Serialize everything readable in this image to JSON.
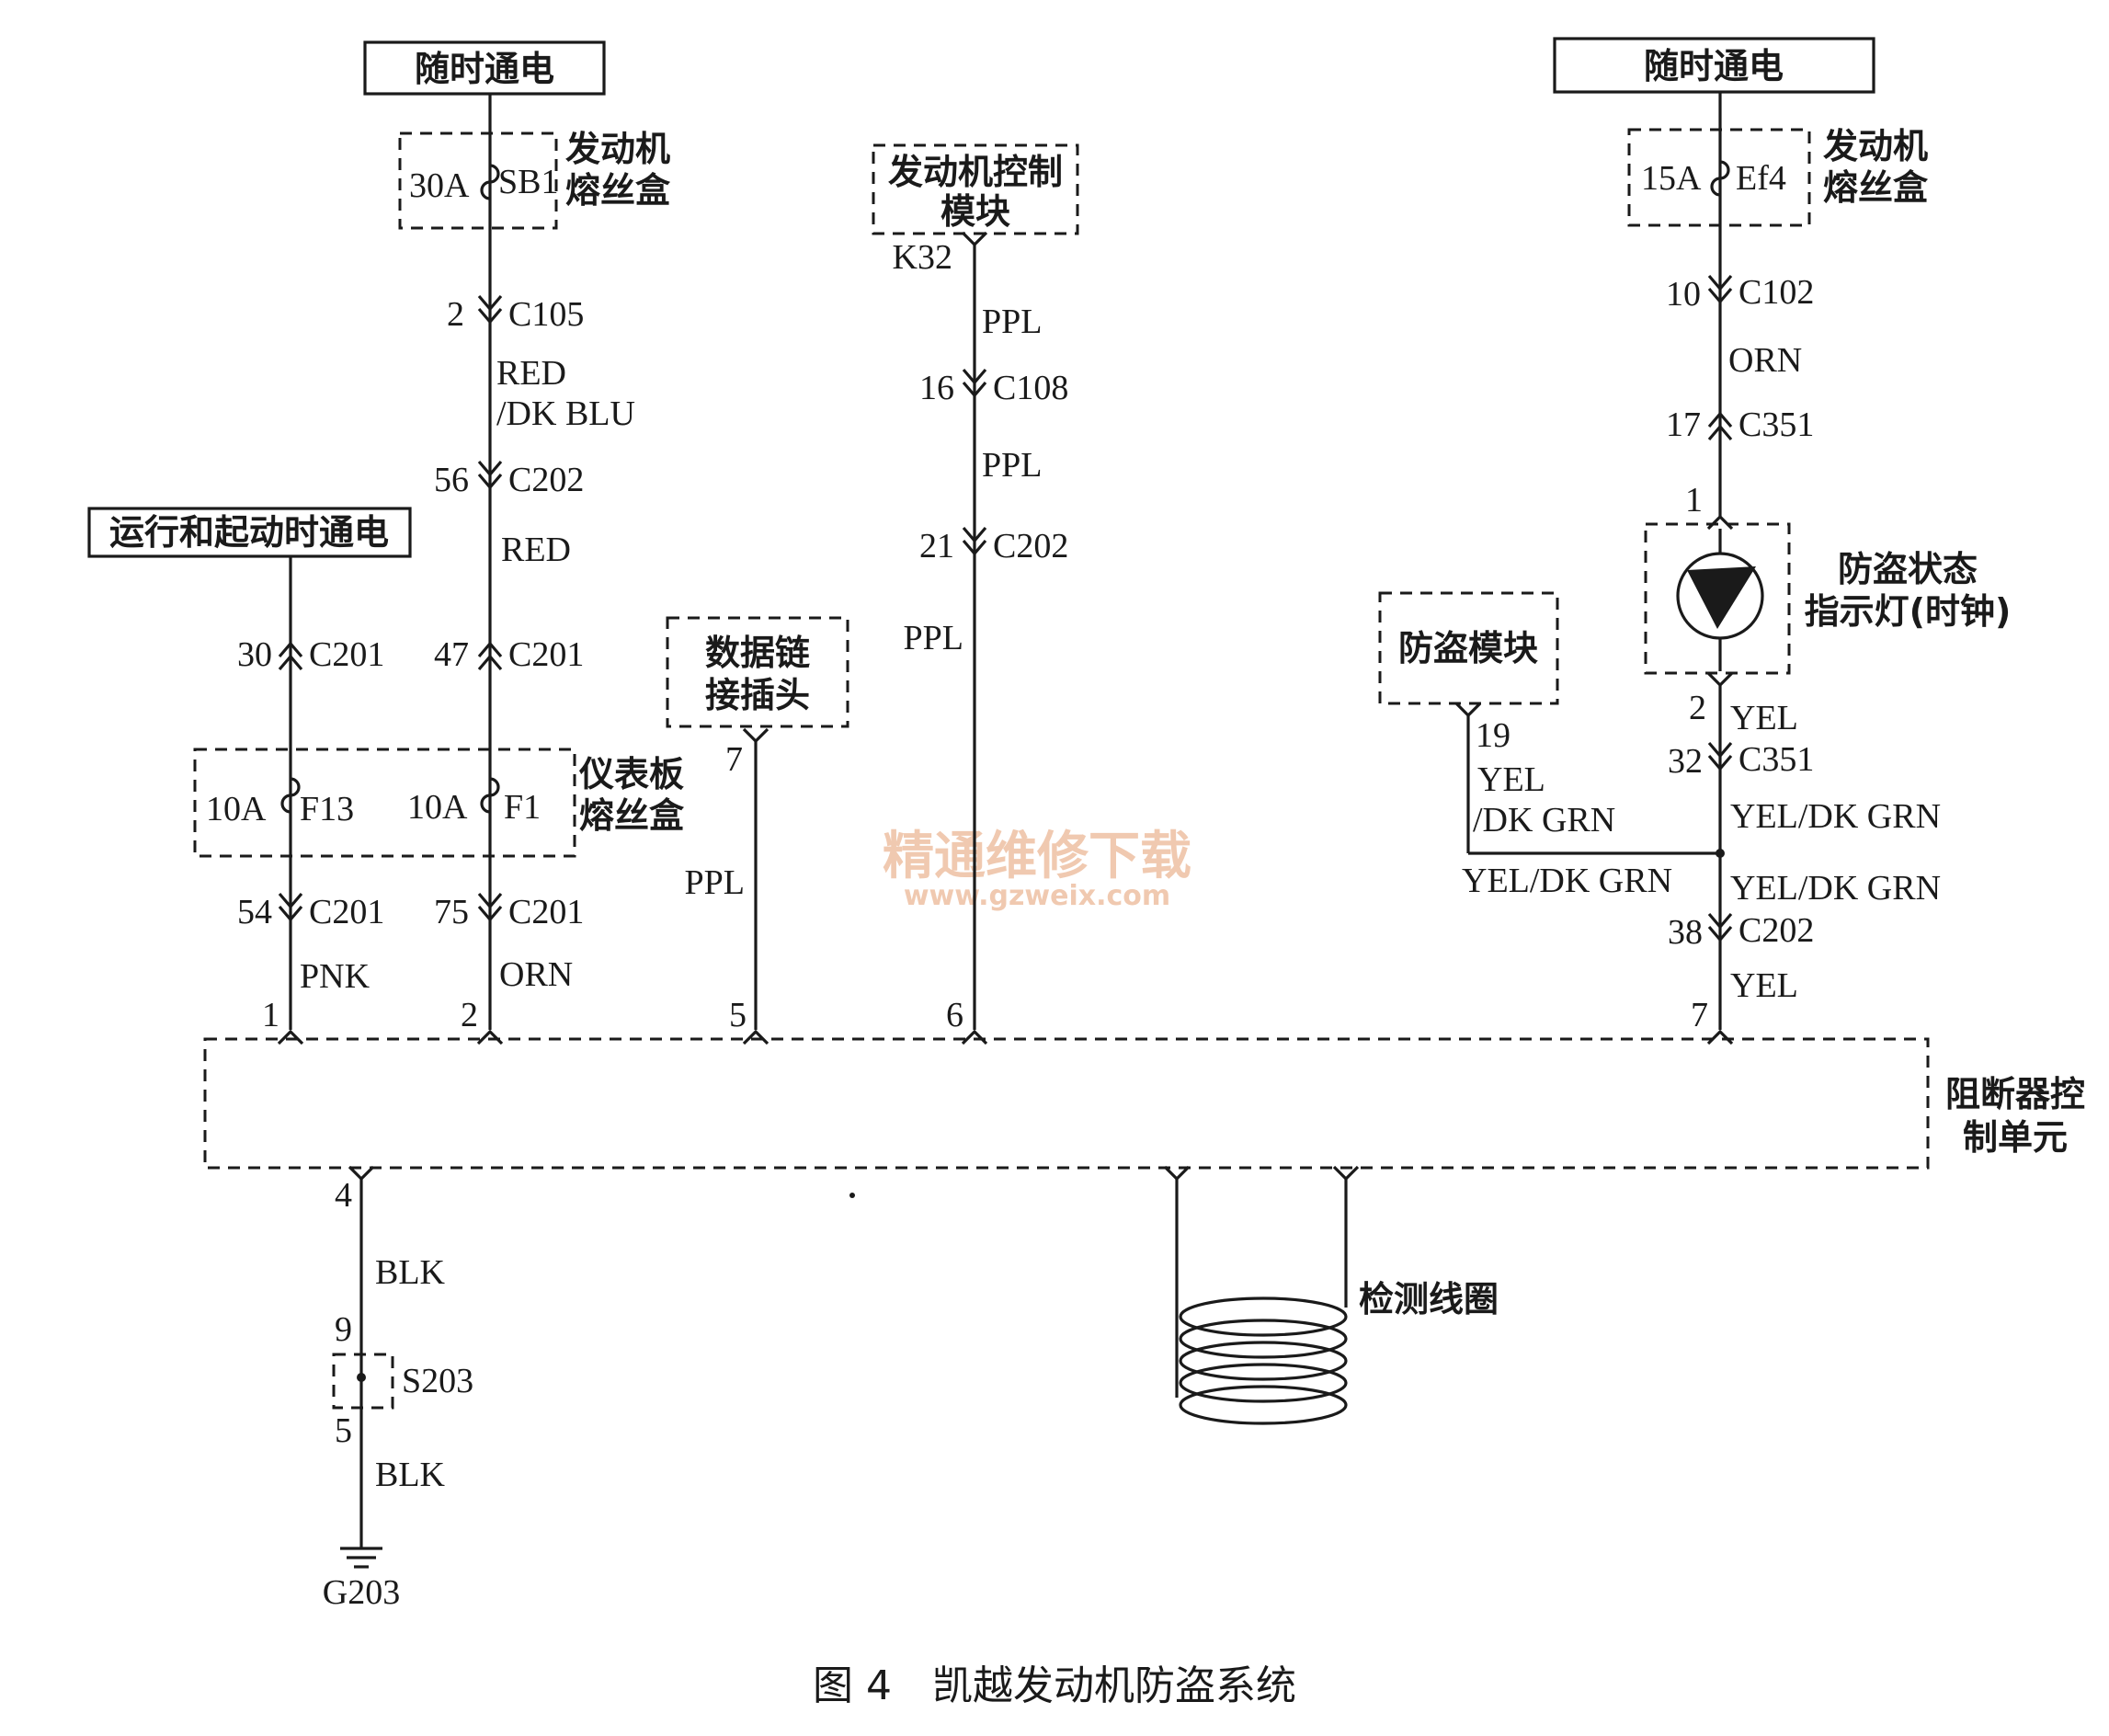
{
  "power": {
    "always_on": "随时通电",
    "run_start": "运行和起动时通电"
  },
  "fuse_boxes": {
    "engine": "发动机熔丝盒",
    "engine_l1": "发动机",
    "engine_l2": "熔丝盒",
    "ipanel_l1": "仪表板",
    "ipanel_l2": "熔丝盒"
  },
  "fuses": {
    "sb1_rating": "30A",
    "sb1_name": "SB1",
    "ef4_rating": "15A",
    "ef4_name": "Ef4",
    "f13_rating": "10A",
    "f13_name": "F13",
    "f1_rating": "10A",
    "f1_name": "F1"
  },
  "modules": {
    "ecm_l1": "发动机控制",
    "ecm_l2": "模块",
    "dlc_l1": "数据链",
    "dlc_l2": "接插头",
    "theft": "防盗模块",
    "indicator_l1": "防盗状态",
    "indicator_l2": "指示灯(时钟)",
    "immo_l1": "阻断器控",
    "immo_l2": "制单元",
    "coil": "检测线圈"
  },
  "connectors": {
    "c105": "C105",
    "c202": "C202",
    "c201": "C201",
    "c108": "C108",
    "c102": "C102",
    "c351": "C351",
    "k32": "K32",
    "s203": "S203",
    "g203": "G203"
  },
  "pins": {
    "p2": "2",
    "p56": "56",
    "p47": "47",
    "p75": "75",
    "p30": "30",
    "p54": "54",
    "p16": "16",
    "p21": "21",
    "p7": "7",
    "p5": "5",
    "p6": "6",
    "p1": "1",
    "p10": "10",
    "p17": "17",
    "p32": "32",
    "p38": "38",
    "p19": "19",
    "p4": "4",
    "p9": "9"
  },
  "wires": {
    "red_dkblu_1": "RED",
    "red_dkblu_2": "/DK BLU",
    "red": "RED",
    "ppl": "PPL",
    "orn": "ORN",
    "pnk": "PNK",
    "yel": "YEL",
    "yel_dkgrn": "YEL/DK GRN",
    "yel_split_1": "YEL",
    "yel_split_2": "/DK GRN",
    "blk": "BLK"
  },
  "caption": "图 4　凯越发动机防盗系统",
  "watermark": {
    "cn": "精通维修下载",
    "url": "www.gzweix.com"
  }
}
